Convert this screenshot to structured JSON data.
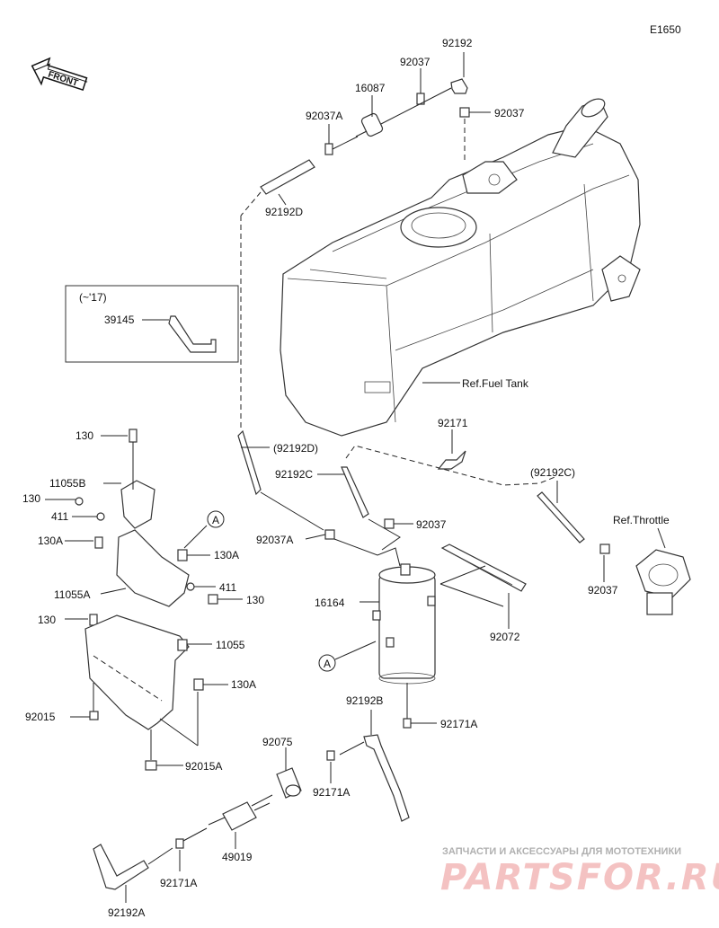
{
  "header": {
    "code": "E1650"
  },
  "front_arrow": {
    "label": "FRONT"
  },
  "callouts": {
    "p92192": "92192",
    "p92037_top": "92037",
    "p16087": "16087",
    "p92037A_top": "92037A",
    "p92037_right": "92037",
    "p92192D": "92192D",
    "ref_fuel_tank": "Ref.Fuel Tank",
    "p92171_top": "92171",
    "p92192D_paren": "(92192D)",
    "p92192C": "92192C",
    "p92192C_paren": "(92192C)",
    "ref_throttle": "Ref.Throttle",
    "p92037_mid": "92037",
    "p92037A_mid": "92037A",
    "p92037_throttle": "92037",
    "p16164": "16164",
    "p92072": "92072",
    "circle_a_upper": "A",
    "circle_a_lower": "A",
    "p130_a": "130",
    "p11055B": "11055B",
    "p130_b": "130",
    "p411_a": "411",
    "p130A_a": "130A",
    "p130A_b": "130A",
    "p11055A": "11055A",
    "p411_b": "411",
    "p130_c": "130",
    "p130_d": "130",
    "p11055": "11055",
    "p130A_c": "130A",
    "p92015": "92015",
    "p92015A": "92015A",
    "p92192B": "92192B",
    "p92171A_a": "92171A",
    "p92075": "92075",
    "p92171A_b": "92171A",
    "p49019": "49019",
    "p92171A_c": "92171A",
    "p92192A": "92192A"
  },
  "inset": {
    "range": "(~'17)",
    "part": "39145"
  },
  "watermark": {
    "line1": "ЗАПЧАСТИ И АКСЕССУАРЫ ДЛЯ МОТОТЕХНИКИ",
    "line2": "PARTSFOR.RU"
  }
}
